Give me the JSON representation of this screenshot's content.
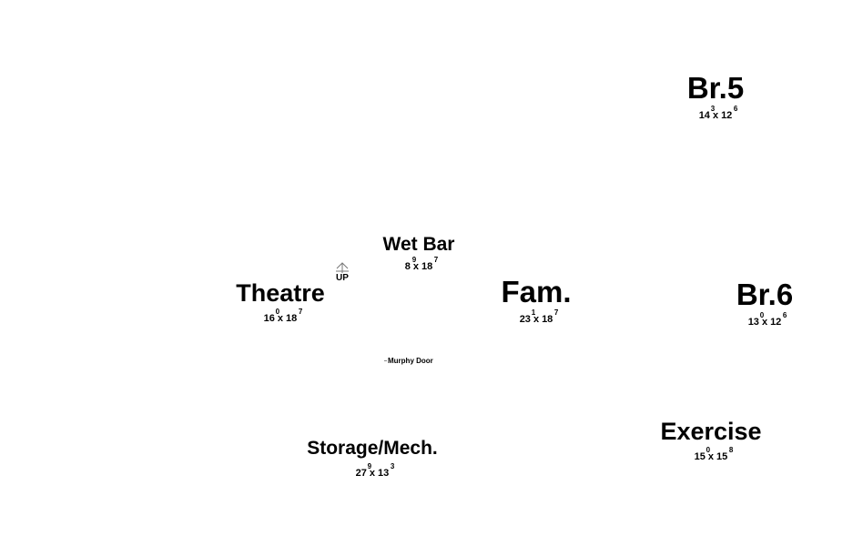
{
  "rooms": [
    {
      "id": "br5",
      "name": "Br.5",
      "dim_w": "14",
      "dim_w_in": "3",
      "dim_l": "12",
      "dim_l_in": "6"
    },
    {
      "id": "wetbar",
      "name": "Wet Bar",
      "dim_w": "8",
      "dim_w_in": "9",
      "dim_l": "18",
      "dim_l_in": "7"
    },
    {
      "id": "theatre",
      "name": "Theatre",
      "dim_w": "16",
      "dim_w_in": "0",
      "dim_l": "18",
      "dim_l_in": "7"
    },
    {
      "id": "fam",
      "name": "Fam.",
      "dim_w": "23",
      "dim_w_in": "1",
      "dim_l": "18",
      "dim_l_in": "7"
    },
    {
      "id": "br6",
      "name": "Br.6",
      "dim_w": "13",
      "dim_w_in": "0",
      "dim_l": "12",
      "dim_l_in": "6"
    },
    {
      "id": "storage",
      "name": "Storage/Mech.",
      "dim_w": "27",
      "dim_w_in": "9",
      "dim_l": "13",
      "dim_l_in": "3"
    },
    {
      "id": "exercise",
      "name": "Exercise",
      "dim_w": "15",
      "dim_w_in": "0",
      "dim_l": "15",
      "dim_l_in": "8"
    }
  ],
  "separator": "x",
  "annotations": {
    "murphy_door": "Murphy Door",
    "stairs_up": "UP"
  }
}
